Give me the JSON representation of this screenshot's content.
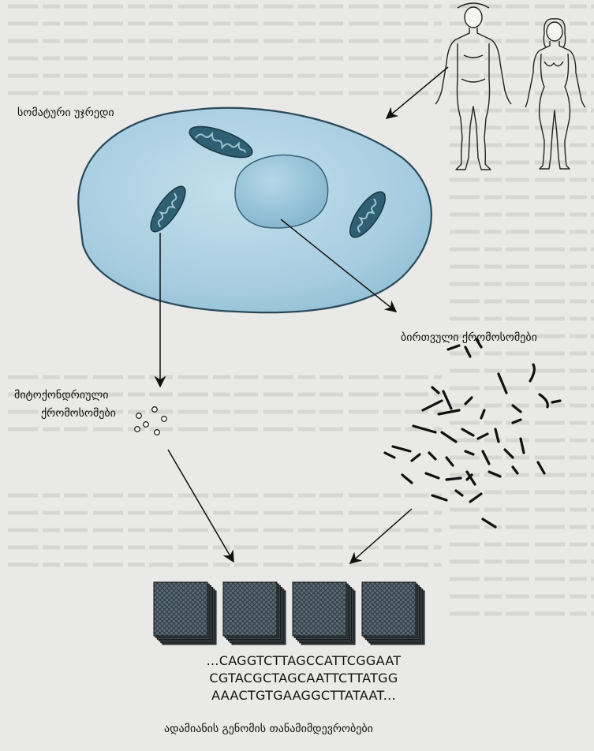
{
  "labels": {
    "somatic_cell": "სომატური უჯრედი",
    "nuclear_chromosomes": "ბირთვული ქრომოსომები",
    "mito_line1": "მიტოქონდრიული",
    "mito_line2": "ქრომოსომები",
    "genome_sequences": "ადამიანის გენომის თანამიმდევრობები"
  },
  "sequence": {
    "line1": "...CAGGTCTTAGCCATTCGGAAT",
    "line2": "CGTACGCTAGCAATTCTTATGG",
    "line3": "AAACTGTGAAGGCTTATAAT..."
  },
  "colors": {
    "background": "#e9e9e7",
    "cell_fill": "#a9cfe0",
    "nucleus_fill": "#8fbfd6",
    "mitochondria": "#2f5f73",
    "ink": "#111111"
  }
}
